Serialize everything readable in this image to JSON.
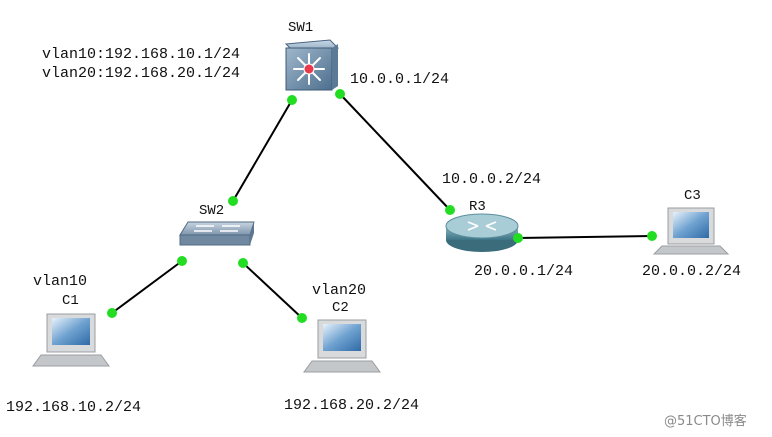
{
  "devices": {
    "sw1": {
      "name": "SW1",
      "icon": "multilayer-switch-icon"
    },
    "sw2": {
      "name": "SW2",
      "icon": "switch-icon"
    },
    "r3": {
      "name": "R3",
      "icon": "router-icon"
    },
    "c1": {
      "name": "C1",
      "icon": "pc-icon"
    },
    "c2": {
      "name": "C2",
      "icon": "pc-icon"
    },
    "c3": {
      "name": "C3",
      "icon": "pc-icon"
    }
  },
  "labels": {
    "sw1_vlan10": "vlan10:192.168.10.1/24",
    "sw1_vlan20": "vlan20:192.168.20.1/24",
    "sw1_uplink": "10.0.0.1/24",
    "r3_to_sw1": "10.0.0.2/24",
    "r3_to_c3": "20.0.0.1/24",
    "c3_ip": "20.0.0.2/24",
    "c1_vlan": "vlan10",
    "c1_ip": "192.168.10.2/24",
    "c2_vlan": "vlan20",
    "c2_ip": "192.168.20.2/24"
  },
  "links": [
    {
      "from": "SW1",
      "to": "SW2"
    },
    {
      "from": "SW1",
      "to": "R3"
    },
    {
      "from": "R3",
      "to": "C3"
    },
    {
      "from": "SW2",
      "to": "C1"
    },
    {
      "from": "SW2",
      "to": "C2"
    }
  ],
  "colors": {
    "link": "#000000",
    "port_up": "#22dd22"
  },
  "watermark": "@51CTO博客"
}
